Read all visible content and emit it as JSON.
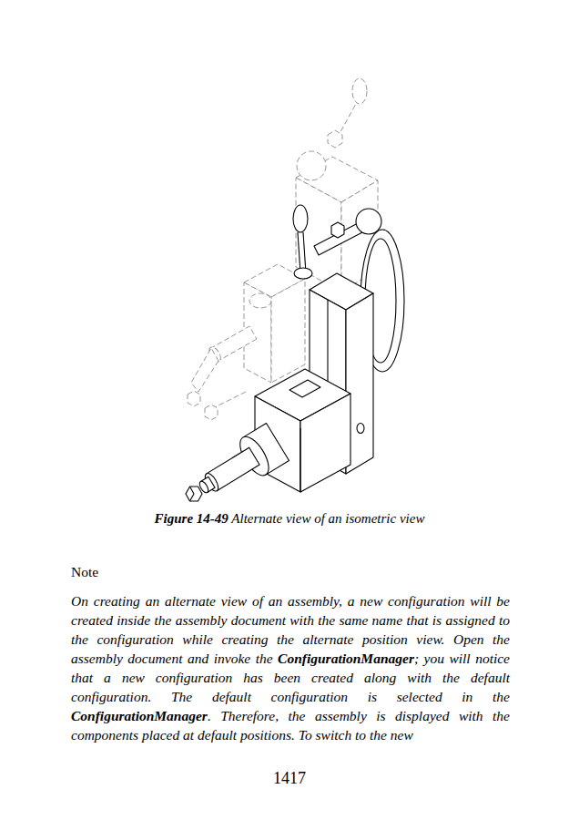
{
  "diagram": {
    "caption": "Figure 14-49 Alternate view of an isometric view",
    "labels": [
      "Note",
      "On creating an alternate view of an assembly, a new configuration will be created inside the assembly document with the same name that is assigned to the configuration while creating the alternate position view. Open the assembly document and invoke the ConfigurationManager; you will notice that a new configuration has been created along with the default configuration. The default configuration is selected in the ConfigurationManager. Therefore, the assembly is displayed with the components placed at default positions. To switch to the new",
      "1417"
    ]
  }
}
